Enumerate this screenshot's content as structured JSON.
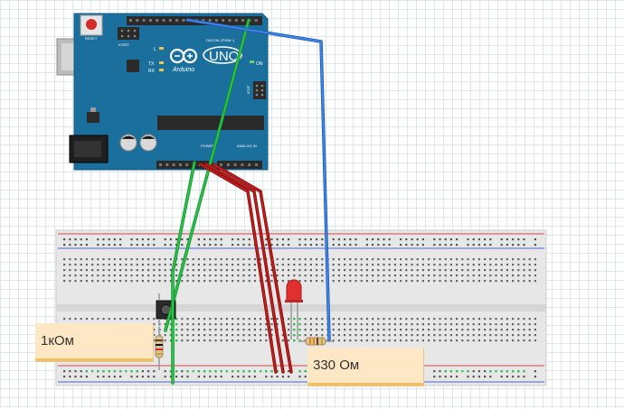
{
  "board": {
    "logo_text": "UNO",
    "brand": "Arduino",
    "reset_label": "RESET",
    "icsp_label": "ICSP",
    "icsp2_label": "ICSP2",
    "digital_label": "DIGITAL (PWM~)",
    "analog_label": "ANALOG IN",
    "power_label": "POWER",
    "on_label": "ON",
    "tx_label": "TX",
    "rx_label": "RX",
    "l_label": "L"
  },
  "notes": {
    "resistor_1k": "1кОм",
    "resistor_330": "330 Ом"
  },
  "colors": {
    "board": "#1b6f9c",
    "wire_green": "#1bb33a",
    "wire_blue": "#2f6fd4",
    "wire_red": "#b01515",
    "breadboard": "#e7e7e7",
    "note_bg": "#fde7c4",
    "led": "#e03030"
  }
}
